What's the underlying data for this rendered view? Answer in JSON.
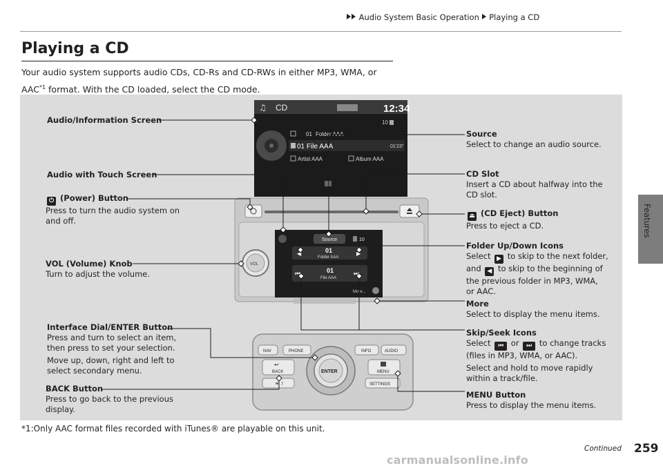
{
  "breadcrumb": {
    "parent": "Audio System Basic Operation",
    "current": "Playing a CD"
  },
  "side_tab": "Features",
  "title": "Playing a CD",
  "intro": {
    "line1": "Your audio system supports audio CDs, CD-Rs and CD-RWs in either MP3, WMA, or",
    "line2_pre": "AAC",
    "line2_sup": "*1",
    "line2_post": " format. With the CD loaded, select the CD mode."
  },
  "screen": {
    "source_label": "CD",
    "clock": "12:34",
    "volume": "10",
    "folder_num": "01",
    "folder_name": "Folder AAA",
    "file_title": "01 File AAA",
    "elapsed": "01'23\"",
    "artist": "Artist AAA",
    "album": "Album AAA"
  },
  "touch": {
    "source_button": "Source",
    "volume": "10",
    "folder_num": "01",
    "folder_name": "Folder AAA",
    "file_num": "01",
    "file_name": "File AAA",
    "more": "More..."
  },
  "knob_label": "VOL",
  "controls": {
    "nav": "NAV",
    "phone": "PHONE",
    "info": "INFO",
    "audio": "AUDIO",
    "back": "BACK",
    "enter": "ENTER",
    "menu": "MENU",
    "settings": "SETTINGS"
  },
  "callouts": {
    "audio_info_screen": "Audio/Information Screen",
    "audio_touch": "Audio with Touch Screen",
    "power_title": "(Power) Button",
    "power_desc1": "Press to turn the audio system on",
    "power_desc2": "and off.",
    "vol_title": "VOL (Volume) Knob",
    "vol_desc": "Turn to adjust the volume.",
    "dial_title": "Interface Dial/ENTER Button",
    "dial_desc1": "Press and turn to select an item,",
    "dial_desc2": "then press to set your selection.",
    "dial_desc3": "Move up, down, right and left to",
    "dial_desc4": "select secondary menu.",
    "back_title": "BACK Button",
    "back_desc1": "Press to go back to the previous",
    "back_desc2": "display.",
    "source_title": "Source",
    "source_desc": "Select to change an audio source.",
    "slot_title": "CD Slot",
    "slot_desc1": "Insert a CD about halfway into the",
    "slot_desc2": "CD slot.",
    "eject_title": "(CD Eject) Button",
    "eject_desc": "Press to eject a CD.",
    "folder_title": "Folder Up/Down Icons",
    "folder_l1a": "Select",
    "folder_l1b": "to skip to the next folder,",
    "folder_l2a": "and",
    "folder_l2b": "to skip to the beginning of",
    "folder_l3": "the previous folder in MP3, WMA,",
    "folder_l4": "or AAC.",
    "more_title": "More",
    "more_desc": "Select to display the menu items.",
    "skip_title": "Skip/Seek Icons",
    "skip_l1a": "Select",
    "skip_l1b": "or",
    "skip_l1c": "to change tracks",
    "skip_l2": "(files in MP3, WMA, or AAC).",
    "skip_l3": "Select and hold to move rapidly",
    "skip_l4": "within a track/file.",
    "menu_title": "MENU Button",
    "menu_desc": "Press to display the menu items."
  },
  "footnote": "*1:Only AAC format files recorded with iTunes® are playable on this unit.",
  "continued": "Continued",
  "page_number": "259",
  "watermark": "carmanualsonline.info"
}
